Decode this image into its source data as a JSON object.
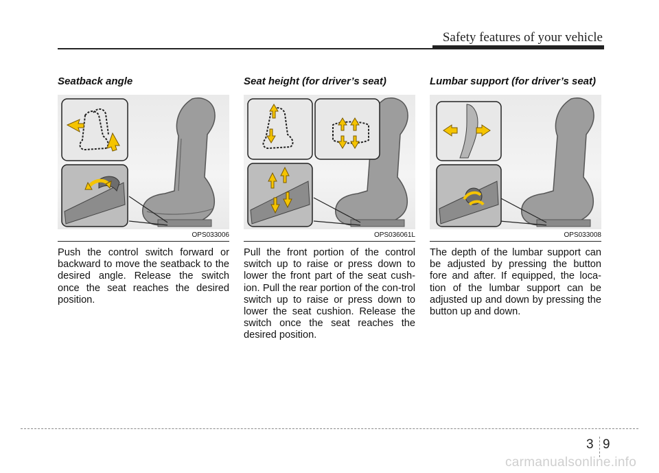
{
  "header": {
    "title": "Safety features of your vehicle"
  },
  "sections": [
    {
      "title": "Seatback angle",
      "figure_code": "OPS033006",
      "body": "Push the control switch forward or backward to move the seatback to the desired angle. Release the switch once the seat reaches the desired position."
    },
    {
      "title": "Seat height (for driver’s seat)",
      "figure_code": "OPS036061L",
      "body": "Pull the front portion of the control switch up to raise or press down to lower the front part of the seat cush-ion. Pull the rear portion of the con-trol switch up to raise or press down to lower the seat cushion. Release the switch once the seat reaches the desired position."
    },
    {
      "title": "Lumbar support (for driver’s seat)",
      "figure_code": "OPS033008",
      "body": "The depth of the lumbar support can be adjusted by pressing the button fore and after. If equipped, the loca-tion of the lumbar support can be adjusted up and down by pressing the button up and down."
    }
  ],
  "footer": {
    "chapter": "3",
    "page": "9",
    "watermark": "carmanualsonline.info"
  },
  "colors": {
    "arrow": "#f5c400",
    "arrow_stroke": "#7a5a00",
    "seat": "#9a9a9a",
    "rule": "#222222"
  },
  "icons": {
    "arrow": "arrow-icon",
    "seat": "seat-icon"
  }
}
